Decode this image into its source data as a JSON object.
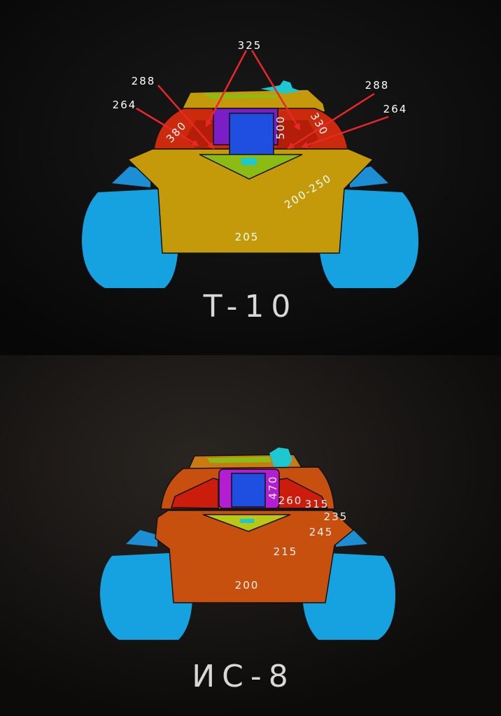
{
  "colors": {
    "hull_t10": "#c49a0a",
    "turret_red": "#cc2a0c",
    "mantlet_purple": "#7a1ec8",
    "gun_blue": "#1f4fe0",
    "track_blue": "#16a2e0",
    "green": "#8cbc14",
    "cyan": "#1ec8d0",
    "hull_is8": "#c8500e",
    "mantlet_magenta": "#b41ed2",
    "arrow_red": "#e82828"
  },
  "t10": {
    "title": "T-10",
    "callouts": {
      "top": "325",
      "left_upper": "288",
      "left_lower": "264",
      "right_upper": "288",
      "right_lower": "264"
    },
    "labels": {
      "turret_left": "380",
      "mantlet": "500",
      "turret_right": "330",
      "hull_upper_side": "200-250",
      "hull_lower": "205"
    }
  },
  "is8": {
    "title": "ИС-8",
    "labels": {
      "mantlet": "470",
      "turret_front": "260",
      "turret_cheek": "315",
      "hull_corner": "235",
      "hull_upper_side": "245",
      "hull_upper": "215",
      "hull_lower": "200"
    }
  }
}
